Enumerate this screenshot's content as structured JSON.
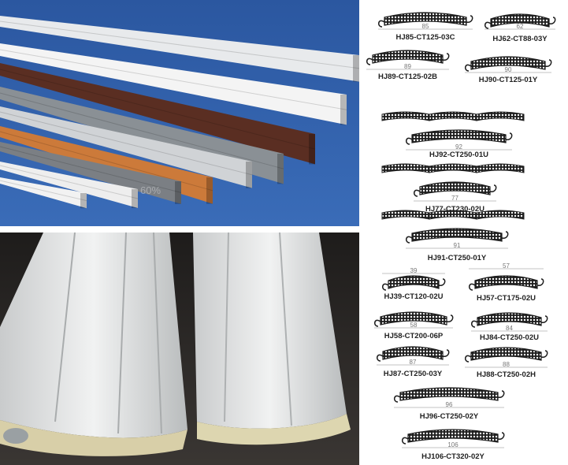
{
  "watermark": "60%",
  "profiles": [
    {
      "dimension": "85",
      "label": "HJ85-CT125-03C"
    },
    {
      "dimension": "62",
      "label": "HJ62-CT88-03Y"
    },
    {
      "dimension": "89",
      "label": "HJ89-CT125-02B"
    },
    {
      "dimension": "90",
      "label": "HJ90-CT125-01Y"
    },
    {
      "dimension": "92",
      "label": "HJ92-CT250-01U"
    },
    {
      "dimension": "77",
      "label": "HJ77-CT230-02U"
    },
    {
      "dimension": "91",
      "label": "HJ91-CT250-01Y"
    },
    {
      "dimension": "39",
      "label": "HJ39-CT120-02U"
    },
    {
      "dimension": "57",
      "label": "HJ57-CT175-02U"
    },
    {
      "dimension": "58",
      "label": "HJ58-CT200-06P"
    },
    {
      "dimension": "84",
      "label": "HJ84-CT250-02U"
    },
    {
      "dimension": "87",
      "label": "HJ87-CT250-03Y"
    },
    {
      "dimension": "88",
      "label": "HJ88-CT250-02H"
    },
    {
      "dimension": "96",
      "label": "HJ96-CT250-02Y"
    },
    {
      "dimension": "106",
      "label": "HJ106-CT320-02Y"
    }
  ],
  "colors": {
    "photo_bg_blue": "#2e5ea6",
    "photo_bg_dark": "#2a2826",
    "profile_ink": "#1e1e1e"
  }
}
